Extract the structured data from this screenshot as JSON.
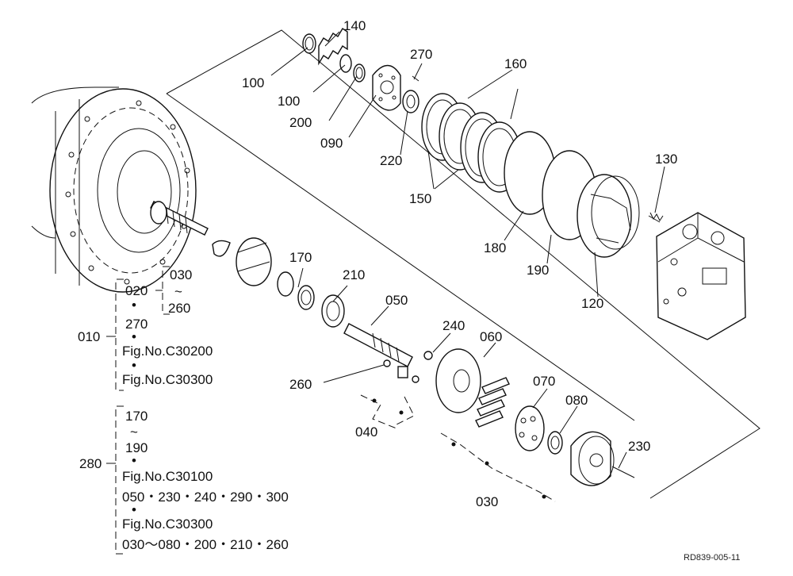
{
  "part_labels": {
    "p140": "140",
    "p270": "270",
    "p160": "160",
    "p100a": "100",
    "p100b": "100",
    "p200": "200",
    "p090": "090",
    "p220": "220",
    "p150": "150",
    "p130": "130",
    "p180": "180",
    "p190": "190",
    "p120": "120",
    "p170": "170",
    "p210": "210",
    "p050": "050",
    "p240": "240",
    "p060": "060",
    "p260": "260",
    "p070": "070",
    "p080": "080",
    "p040": "040",
    "p230": "230",
    "p030": "030"
  },
  "bracket_010": {
    "label": "010",
    "line1a": "020",
    "line1b": "030",
    "line1c": "~",
    "line1d": "260",
    "dot": "•",
    "line2": "270",
    "line3": "Fig.No.C30200",
    "line4": "Fig.No.C30300"
  },
  "bracket_280": {
    "label": "280",
    "line1": "170",
    "line2": "~",
    "line3": "190",
    "dot": "•",
    "line4": "Fig.No.C30100",
    "line5": "050・230・240・290・300",
    "line6": "Fig.No.C30300",
    "line7": "030～080・200・210・260"
  },
  "drawing_code": "RD839-005-11"
}
